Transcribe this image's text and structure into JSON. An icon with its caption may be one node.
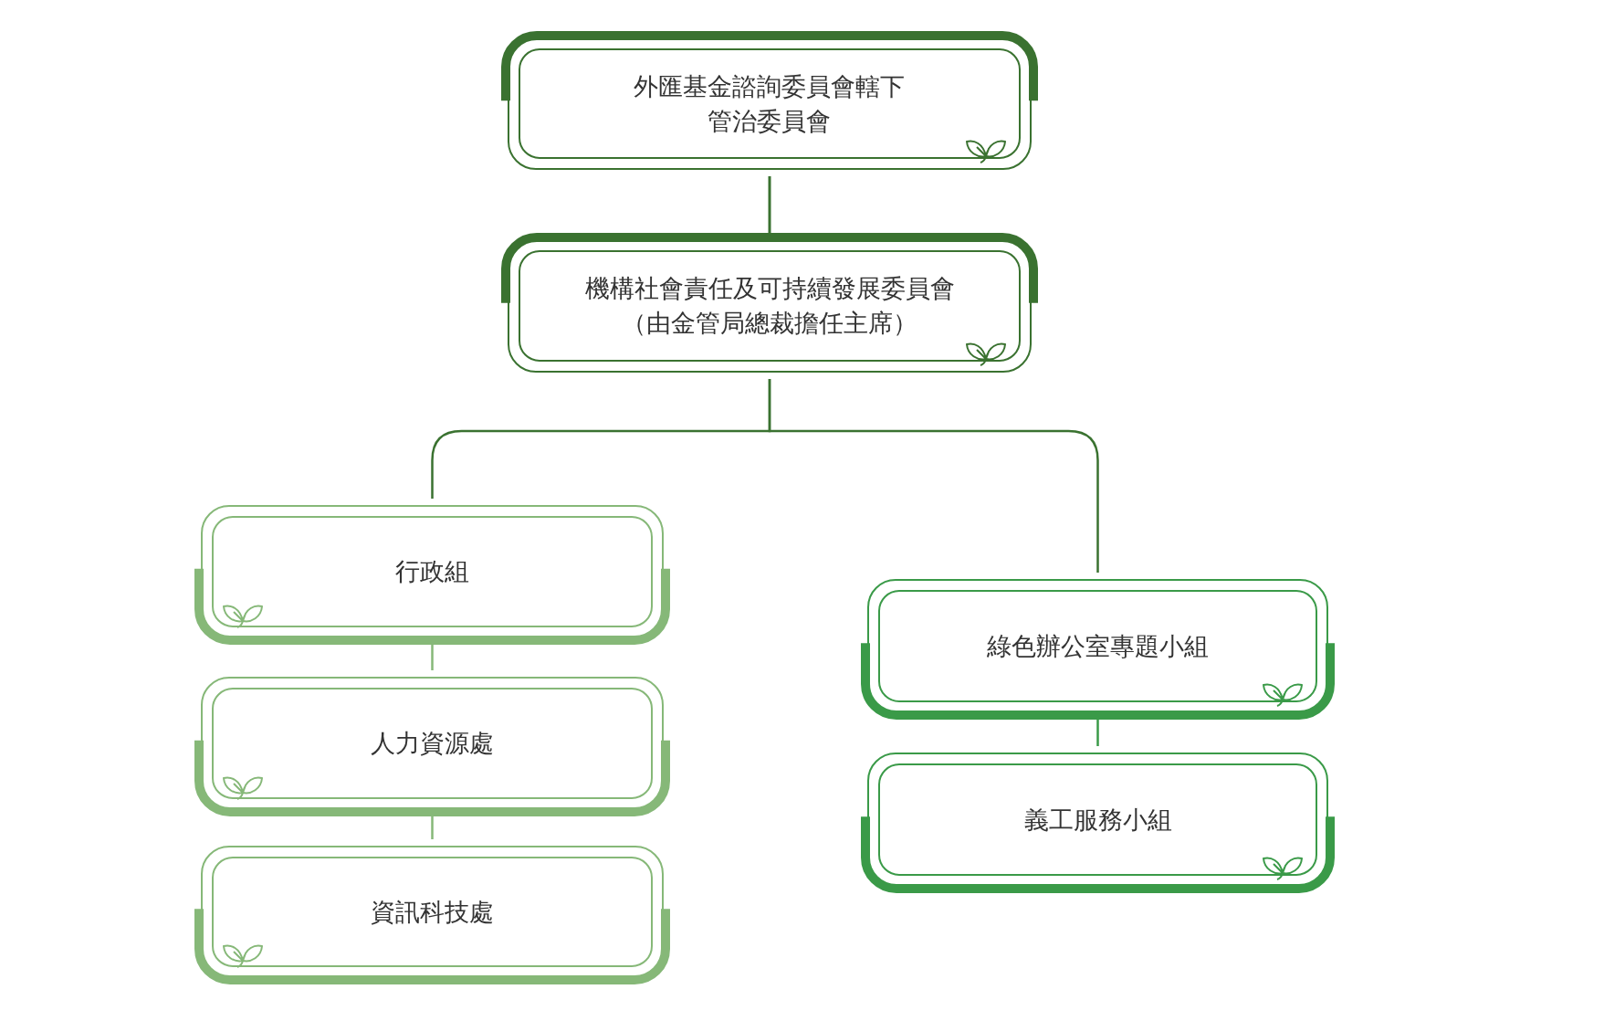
{
  "diagram": {
    "nodes": [
      {
        "text": [
          "外匯基金諮詢委員會轄下管治委員會"
        ]
      },
      {
        "text": [
          "機構社會責任及可持續發展委員會",
          "（由金管局總裁擔任主席）"
        ]
      },
      {
        "text": [
          "行政組"
        ]
      },
      {
        "text": [
          "人力資源處"
        ]
      },
      {
        "text": [
          "資訊科技處"
        ]
      },
      {
        "text": [
          "綠色辦公室專題小組"
        ]
      },
      {
        "text": [
          "義工服務小組"
        ]
      }
    ],
    "edges": [
      {
        "from": 0,
        "to": 1,
        "arrow": "none"
      },
      {
        "from": 1,
        "to": 2,
        "arrow": "none"
      },
      {
        "from": 1,
        "to": 5,
        "arrow": "none"
      },
      {
        "from": 2,
        "to": 3,
        "arrow": "none",
        "color": "#86b878"
      },
      {
        "from": 3,
        "to": 4,
        "arrow": "none",
        "color": "#86b878"
      },
      {
        "from": 5,
        "to": 6,
        "arrow": "none",
        "color": "#3a9a48"
      }
    ]
  }
}
